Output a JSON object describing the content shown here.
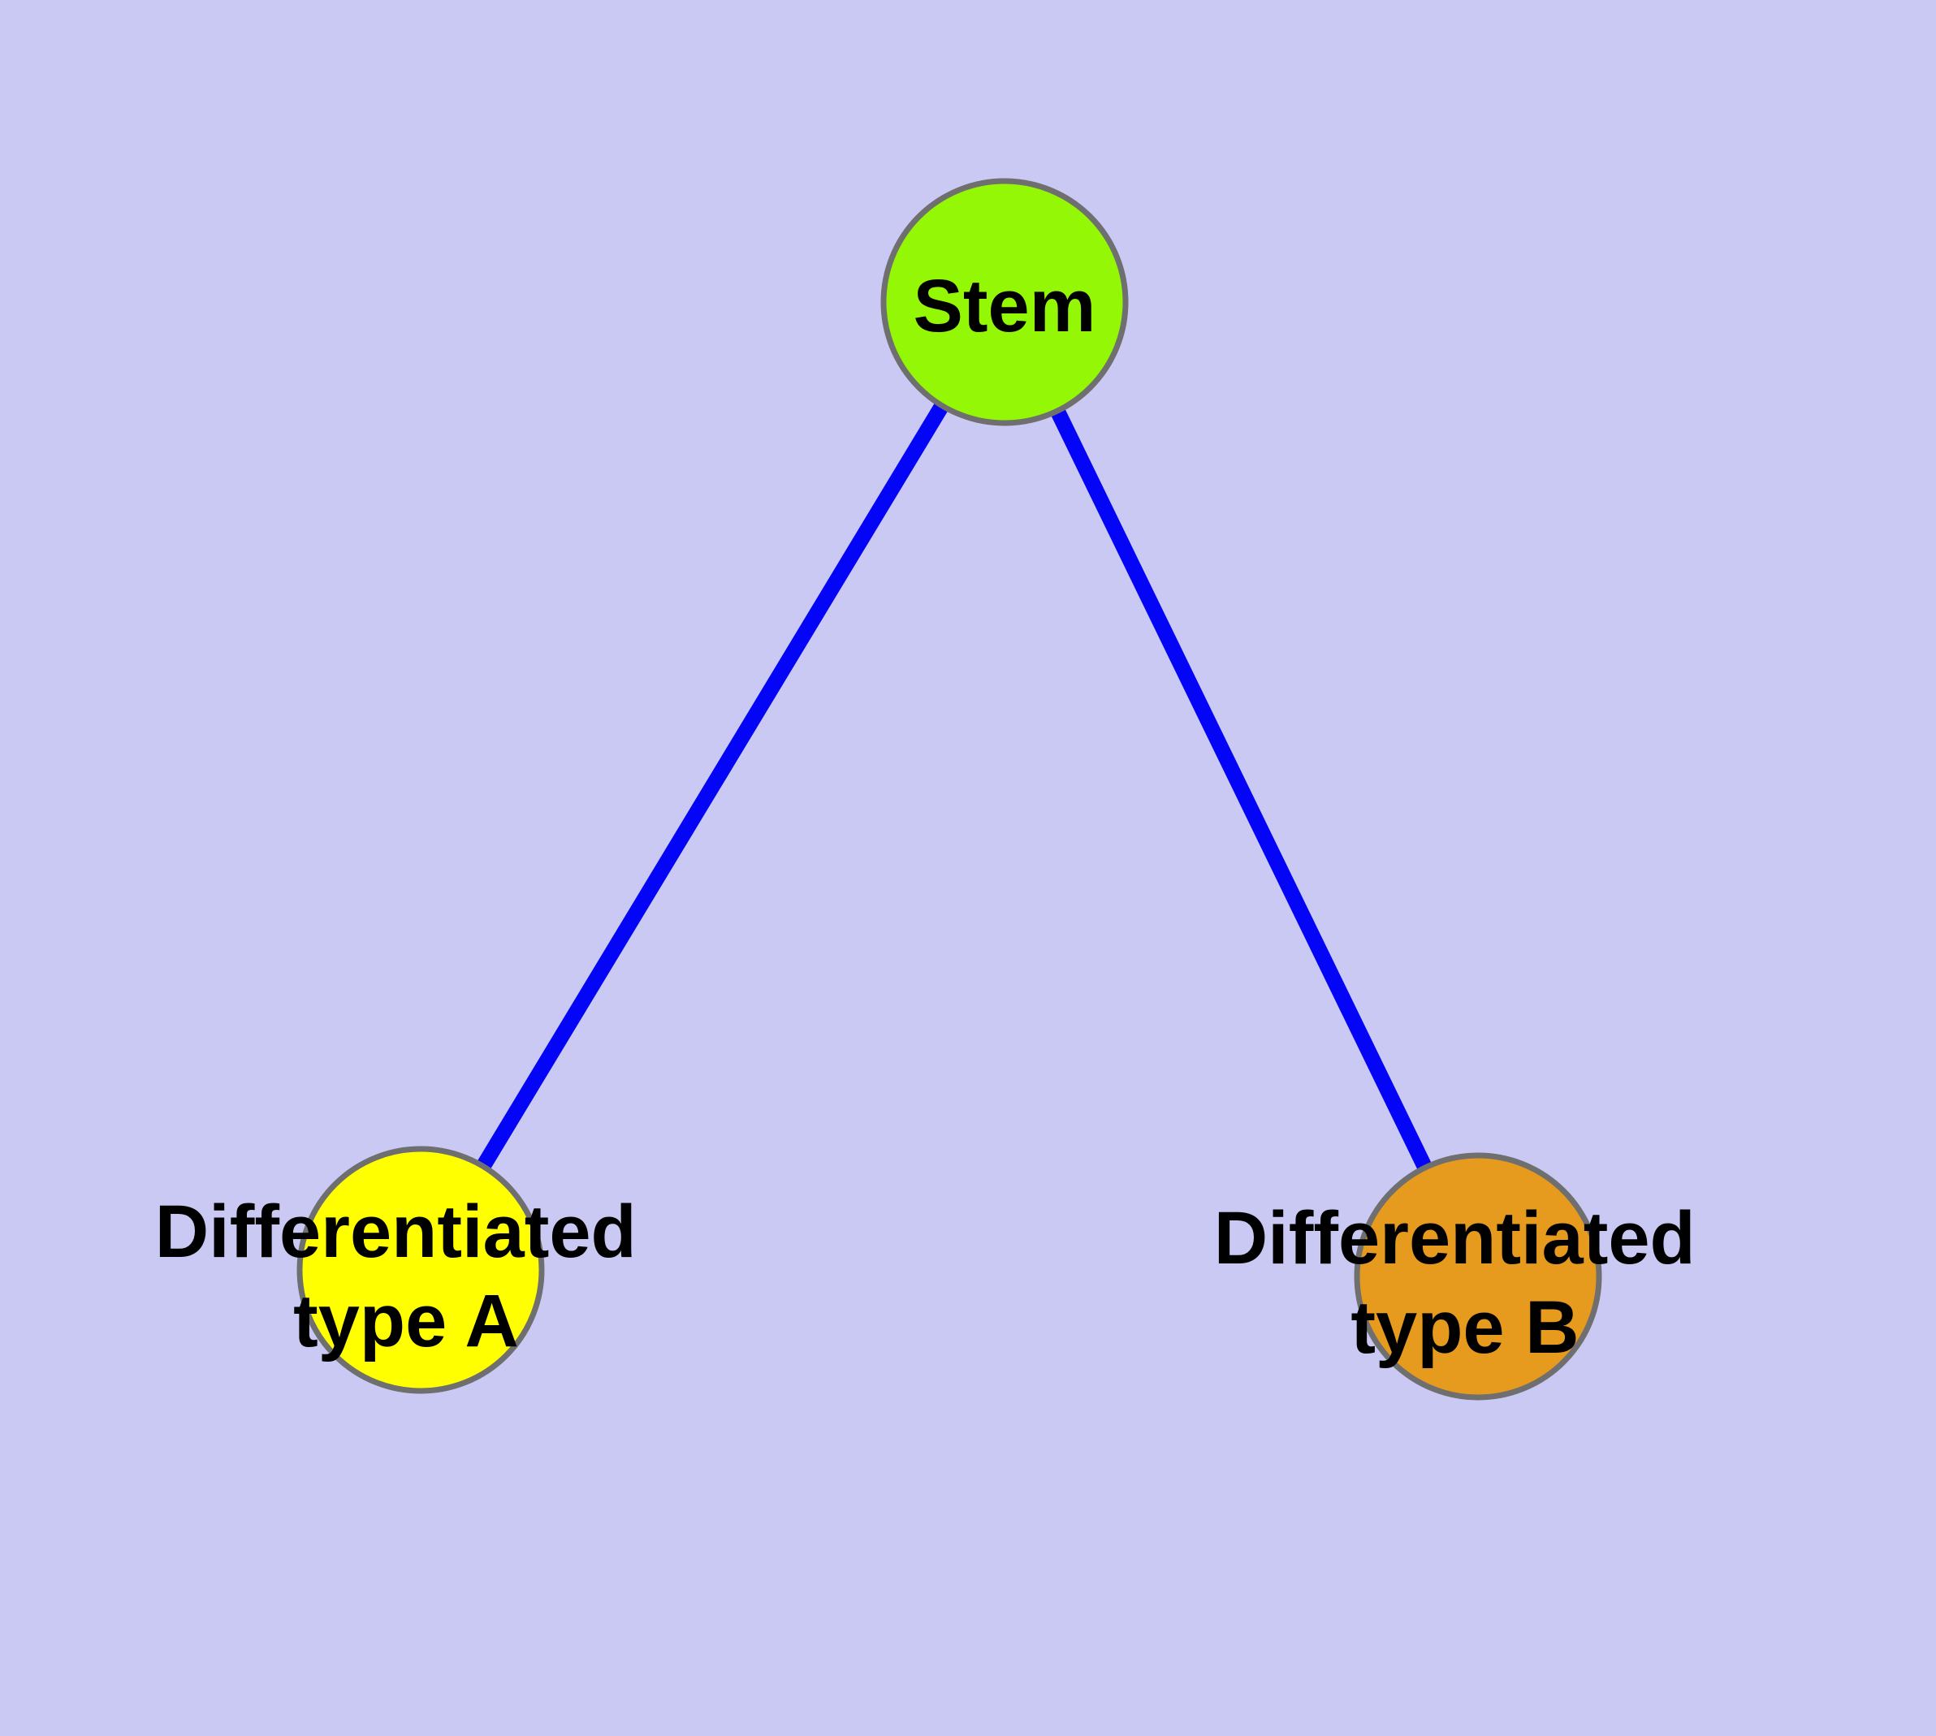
{
  "diagram": {
    "background_color": "#C9C9F4",
    "edge_color": "#0404F6",
    "node_border_color": "#6F6F6F",
    "text_color": "#000000",
    "nodes": {
      "stem": {
        "label": "Stem",
        "color": "#94F705"
      },
      "type_a": {
        "label": "Differentiated type A",
        "label_line1": "Differentiated",
        "label_line2": "type A",
        "color": "#FFFF00"
      },
      "type_b": {
        "label": "Differentiated type B",
        "label_line1": "Differentiated",
        "label_line2": "type B",
        "color": "#E69A1E"
      }
    },
    "edges": [
      {
        "from": "Stem",
        "to": "Differentiated type A"
      },
      {
        "from": "Stem",
        "to": "Differentiated type B"
      }
    ]
  }
}
